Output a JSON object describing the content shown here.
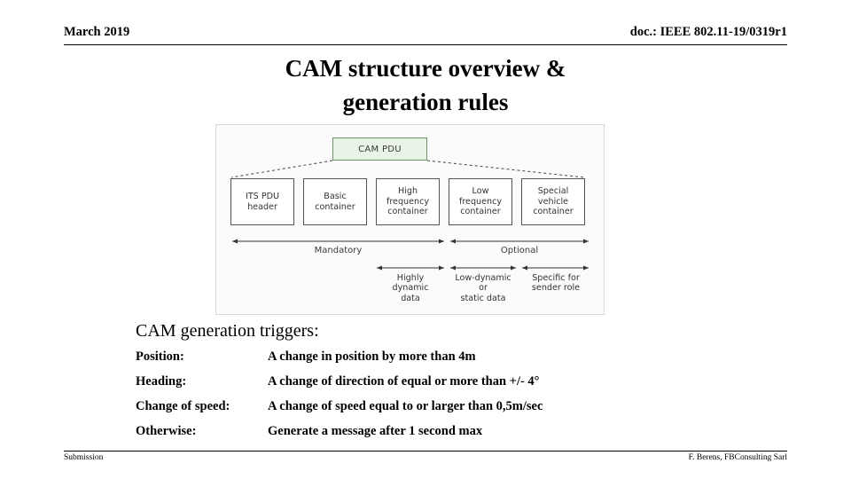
{
  "header": {
    "date": "March 2019",
    "doc": "doc.: IEEE 802.11-19/0319r1"
  },
  "title": {
    "line1": "CAM structure overview &",
    "line2": "generation rules"
  },
  "figure": {
    "root_box": "CAM PDU",
    "leaf_boxes": [
      {
        "line1": "ITS PDU",
        "line2": "header"
      },
      {
        "line1": "Basic",
        "line2": "container"
      },
      {
        "line1": "High",
        "line2": "frequency",
        "line3": "container"
      },
      {
        "line1": "Low",
        "line2": "frequency",
        "line3": "container"
      },
      {
        "line1": "Special",
        "line2": "vehicle",
        "line3": "container"
      }
    ],
    "bands": [
      {
        "label": "Mandatory"
      },
      {
        "label": "Optional"
      }
    ],
    "sub_bands": [
      {
        "line1": "Highly",
        "line2": "dynamic",
        "line3": "data"
      },
      {
        "line1": "Low-dynamic",
        "line2": "or",
        "line3": "static data"
      },
      {
        "line1": "Specific for",
        "line2": "sender role",
        "line3": ""
      }
    ],
    "colors": {
      "root_fill": "#e9f3e6",
      "root_stroke": "#6e8f6b",
      "leaf_stroke": "#555555",
      "panel_bg": "#fbfbfb",
      "panel_border": "#d8d8d8"
    }
  },
  "content": {
    "section_title": "CAM generation triggers:",
    "triggers": [
      {
        "label": "Position:",
        "value": "A change in position by more than 4m"
      },
      {
        "label": "Heading:",
        "value": "A change of direction of equal or more than +/- 4°"
      },
      {
        "label": "Change of speed:",
        "value": "A change of speed equal to or larger than 0,5m/sec"
      },
      {
        "label": "Otherwise:",
        "value": "Generate a message after 1 second max"
      }
    ]
  },
  "footer": {
    "left": "Submission",
    "right": "F. Berens, FBConsulting Sarl"
  }
}
